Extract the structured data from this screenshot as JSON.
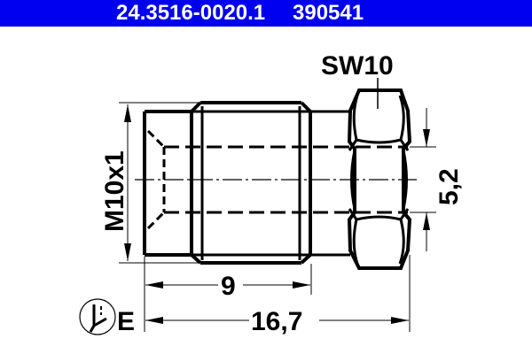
{
  "header": {
    "part_number": "24.3516-0020.1",
    "article_code": "390541",
    "background_color": "#0000f0",
    "text_color": "#ffffff"
  },
  "drawing": {
    "type": "technical-drawing",
    "subject": "brake line screw plug / fitting",
    "labels": {
      "wrench_size": "SW10",
      "thread": "M10x1",
      "bore_diameter": "5,2",
      "thread_length": "9",
      "total_length": "16,7",
      "flare_type": "E"
    },
    "symbols": [
      "flare-type-symbol-icon"
    ]
  }
}
